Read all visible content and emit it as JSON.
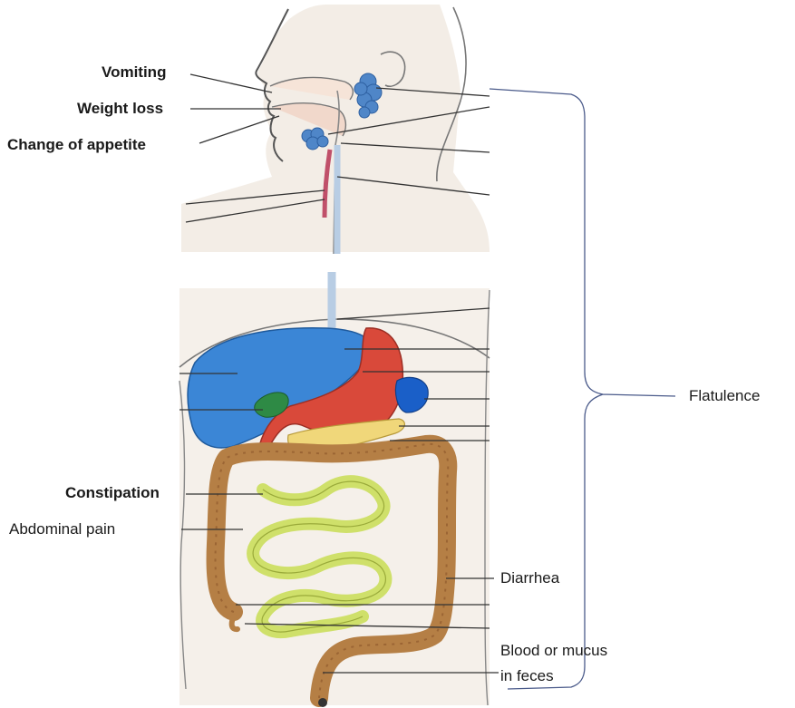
{
  "labels": {
    "vomiting": "Vomiting",
    "weight_loss": "Weight loss",
    "change_of_appetite": "Change of appetite",
    "constipation": "Constipation",
    "abdominal_pain": "Abdominal pain",
    "diarrhea": "Diarrhea",
    "blood_or_mucus_line1": "Blood or mucus",
    "blood_or_mucus_line2": "in feces",
    "flatulence": "Flatulence"
  },
  "colors": {
    "liver": "#3b86d6",
    "stomach": "#d9493a",
    "spleen": "#1a5fc8",
    "gallbladder": "#2e8a45",
    "pancreas": "#f0d77a",
    "large_intestine": "#b57f45",
    "small_intestine": "#cfe06a",
    "salivary_glands": "#4f86c8",
    "esophagus": "#c8d8ea",
    "body_fill": "#f4efe9",
    "outline": "#6b6b6b",
    "bracket": "#4a5a8a"
  }
}
